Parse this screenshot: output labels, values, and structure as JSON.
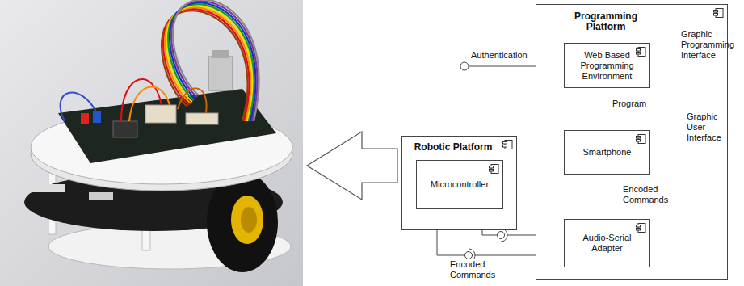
{
  "diagram": {
    "nodes": [
      {
        "text": [
          "Programming Platform"
        ]
      },
      {
        "text": [
          "Web Based Programming Environment"
        ],
        "in": 0
      },
      {
        "text": [
          "Smartphone"
        ],
        "in": 0
      },
      {
        "text": [
          "Audio-Serial Adapter"
        ],
        "in": 0
      },
      {
        "text": [
          "Robotic Platform"
        ]
      },
      {
        "text": [
          "Microcontroller"
        ],
        "in": 4
      }
    ],
    "edges": [
      {
        "from": 1,
        "to": 2,
        "label": "Program",
        "arrow": "none"
      },
      {
        "from": 2,
        "to": 3,
        "arrow": "none"
      },
      {
        "from": 2,
        "to": 3,
        "label": "Encoded Commands",
        "arrow": "none"
      },
      {
        "from": 5,
        "to": 3,
        "label": "Encoded Commands",
        "arrow": "none"
      },
      {
        "from": 5,
        "to": 3,
        "arrow": "none"
      }
    ],
    "labels": [
      "Authentication",
      "Graphic Programming Interface",
      "Graphic User Interface"
    ]
  }
}
